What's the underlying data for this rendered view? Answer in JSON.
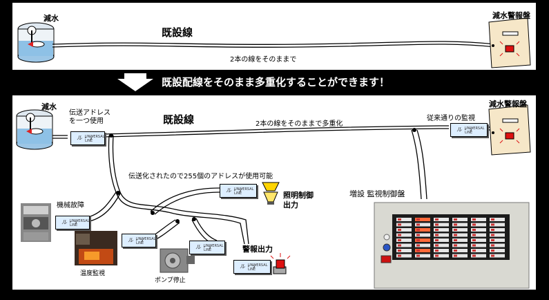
{
  "top": {
    "tank_label": "減水",
    "line_label": "既設線",
    "line_sublabel": "2本の線をそのままで",
    "panel_label": "減水警報盤"
  },
  "banner": {
    "text": "既設配線をそのまま多重化することができます！"
  },
  "bottom": {
    "tank_label": "減水",
    "address_label_1": "伝送アドレス",
    "address_label_2": "を一つ使用",
    "line_label": "既設線",
    "line_sublabel": "2本の線をそのままで多重化",
    "monitor_label": "従来通りの監視",
    "panel_label": "減水警報盤",
    "capacity_label": "伝送化されたので255個のアドレスが使用可能",
    "machine_fault_label": "機械故障",
    "lighting_label_1": "照明制御",
    "lighting_label_2": "出力",
    "control_panel_label": "増設 監視制御盤",
    "temperature_label": "温度監視",
    "pump_label": "ポンプ停止",
    "alarm_label": "警報出力",
    "device_brand": "ル・ゞ",
    "device_sub": "UNIVERSAL LINE"
  },
  "colors": {
    "background": "#000000",
    "panel": "#ffffff",
    "device_fill": "#ddeeff",
    "alarm_box": "#f6e7c8",
    "alarm_lamp": "#dd1111",
    "lamp_yellow": "#ffd400",
    "control_panel": "#d9d9d2"
  }
}
